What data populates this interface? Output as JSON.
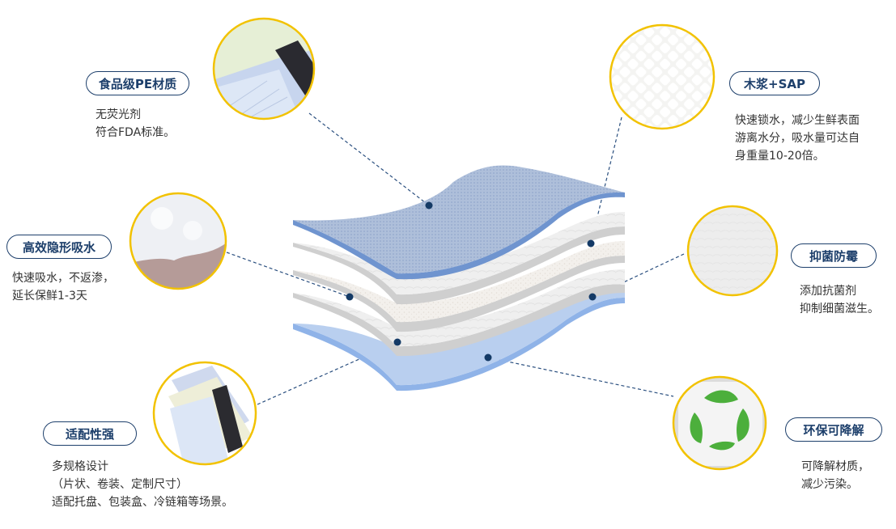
{
  "colors": {
    "pill_border": "#1d3f6b",
    "pill_text": "#1d3f6b",
    "circle_border": "#f2c200",
    "dot": "#143a66",
    "top_layer": "#a9bcd8",
    "top_layer_edge": "#6f94cf",
    "bottom_layer": "#b7cdee",
    "bottom_layer_edge": "#7ea8e6",
    "gray_layer_edge": "#cfcfcf",
    "leaf_green": "#4caf3c"
  },
  "features": [
    {
      "id": "pe",
      "title": "食品级PE材质",
      "lines": [
        "无荧光剂",
        "符合FDA标准。"
      ],
      "image": "pe-film-photo"
    },
    {
      "id": "pulp",
      "title": "木浆+SAP",
      "lines": [
        "快速锁水，减少生鲜表面",
        "游离水分，吸水量可达自",
        "身重量10-20倍。"
      ],
      "image": "quilted-pulp-photo"
    },
    {
      "id": "absorb",
      "title": "高效隐形吸水",
      "lines": [
        "快速吸水，不返渗，",
        "延长保鲜1-3天"
      ],
      "image": "sap-crystals-photo"
    },
    {
      "id": "antibac",
      "title": "抑菌防霉",
      "lines": [
        "添加抗菌剂",
        "抑制细菌滋生。"
      ],
      "image": "nonwoven-texture-photo"
    },
    {
      "id": "fit",
      "title": "适配性强",
      "lines": [
        "多规格设计",
        "（片状、卷装、定制尺寸）",
        "适配托盘、包装盒、冷链箱等场景。"
      ],
      "image": "pad-samples-photo"
    },
    {
      "id": "eco",
      "title": "环保可降解",
      "lines": [
        "可降解材质，",
        "减少污染。"
      ],
      "image": "recycle-leaf-icon"
    }
  ]
}
